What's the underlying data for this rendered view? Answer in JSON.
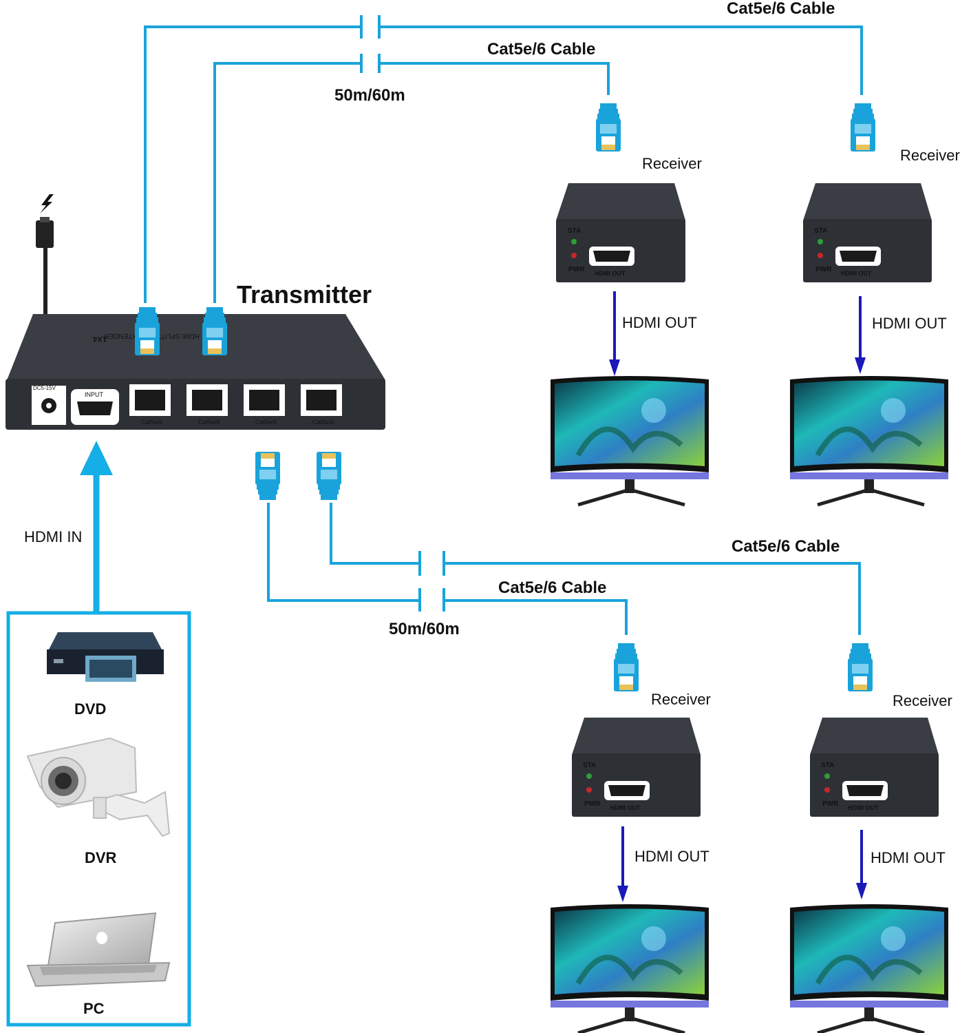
{
  "colors": {
    "cable": "#1aa3db",
    "arrow": "#1a1ab8",
    "input_arrow": "#16aee6",
    "device_body": "#2d3136",
    "screen_accent": "#1fb8b8"
  },
  "transmitter": {
    "title": "Transmitter",
    "model_text": "HDMI SPLITTER / EXTENDER",
    "mode_text": "1X4",
    "power_port_label": "DC5-15V",
    "input_port_label": "INPUT",
    "ports": [
      "Cat5e/6",
      "Cat5e/6",
      "Cat5e/6",
      "Cat5e/6"
    ],
    "power_icon": "lightning-icon"
  },
  "top_run": {
    "cable_labels": [
      "Cat5e/6 Cable",
      "Cat5e/6 Cable"
    ],
    "distance": "50m/60m"
  },
  "bottom_run": {
    "cable_labels": [
      "Cat5e/6 Cable",
      "Cat5e/6 Cable"
    ],
    "distance": "50m/60m"
  },
  "receivers": [
    {
      "label": "Receiver",
      "sta": "STA",
      "pwr": "PWR",
      "port": "HDMI OUT",
      "output": "HDMI OUT"
    },
    {
      "label": "Receiver",
      "sta": "STA",
      "pwr": "PWR",
      "port": "HDMI OUT",
      "output": "HDMI OUT"
    },
    {
      "label": "Receiver",
      "sta": "STA",
      "pwr": "PWR",
      "port": "HDMI OUT",
      "output": "HDMI OUT"
    },
    {
      "label": "Receiver",
      "sta": "STA",
      "pwr": "PWR",
      "port": "HDMI OUT",
      "output": "HDMI OUT"
    }
  ],
  "input": {
    "label": "HDMI IN",
    "sources": [
      {
        "label": "DVD",
        "icon": "dvd-player-icon"
      },
      {
        "label": "DVR",
        "icon": "security-camera-icon"
      },
      {
        "label": "PC",
        "icon": "laptop-icon"
      }
    ]
  }
}
